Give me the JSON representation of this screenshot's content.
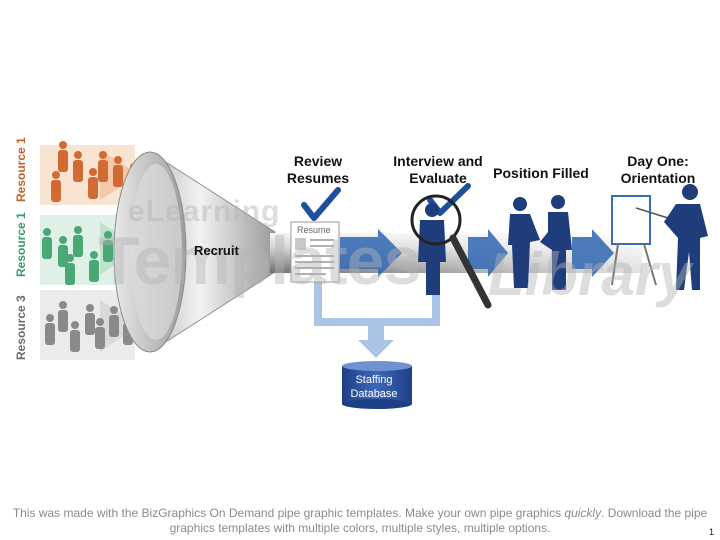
{
  "resources": [
    {
      "label": "Resource 1",
      "color": "#c0632d"
    },
    {
      "label": "Resource 1",
      "color": "#3a9a6a"
    },
    {
      "label": "Resource 3",
      "color": "#6b6b6b"
    }
  ],
  "funnel": {
    "label": "Recruit"
  },
  "steps": [
    {
      "title_line1": "Review",
      "title_line2": "Resumes"
    },
    {
      "title_line1": "Interview and",
      "title_line2": "Evaluate"
    },
    {
      "title_line1": "Position Filled",
      "title_line2": ""
    },
    {
      "title_line1": "Day One:",
      "title_line2": "Orientation"
    }
  ],
  "resume": {
    "label": "Resume"
  },
  "database": {
    "line1": "Staffing",
    "line2": "Database"
  },
  "watermark": {
    "line1": "eLearning",
    "line2": "Templates",
    "line3": "Library"
  },
  "footer": {
    "part1": "This was made with the BizGraphics On Demand pipe graphic templates. Make your own pipe graphics ",
    "emphasis": "quickly",
    "part2": ". Download the pipe graphics templates with multiple colors, multiple styles, multiple options."
  },
  "page_number": "1",
  "colors": {
    "accent_blue": "#3a6db5",
    "dark_blue": "#1f3d7a",
    "check_blue": "#1d4f9c"
  }
}
